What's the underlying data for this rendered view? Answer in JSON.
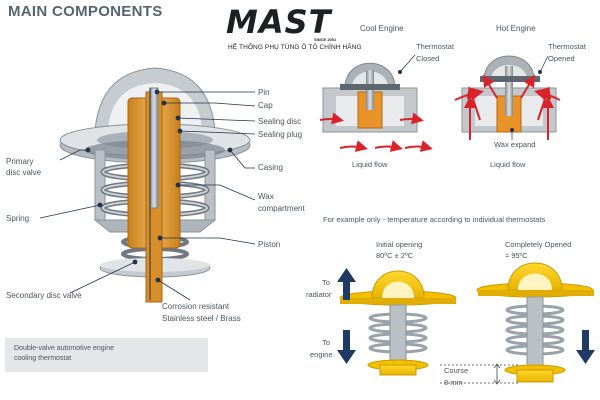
{
  "title": "MAIN COMPONENTS",
  "brand": {
    "name": "MAST",
    "since": "SINCE 2001",
    "tagline": "HỆ THỐNG PHỤ TÙNG Ô TÔ CHÍNH HÃNG"
  },
  "main_diagram": {
    "labels": {
      "pin": "Pin",
      "cap": "Cap",
      "sealing_disc": "Sealing disc",
      "sealing_plug": "Sealing plug",
      "casing": "Casing",
      "wax_line1": "Wax",
      "wax_line2": "compartment",
      "piston": "Piston",
      "primary_line1": "Primary",
      "primary_line2": "disc valve",
      "spring": "Spring",
      "secondary": "Secondary disc valve",
      "corrosion_line1": "Corrosion resistant",
      "corrosion_line2": "Stainless steel  / Brass"
    },
    "caption_line1": "Double-valve automotive engine",
    "caption_line2": "cooling thermostat"
  },
  "cool_engine": {
    "title": "Cool Engine",
    "state_line1": "Thermostat",
    "state_line2": "Closed",
    "flow": "Liquid flow"
  },
  "hot_engine": {
    "title": "Hot Engine",
    "state_line1": "Thermostat",
    "state_line2": "Opened",
    "wax": "Wax expand",
    "flow": "Liquid flow"
  },
  "example": {
    "note": "For example only - temperature according to individual thermostats",
    "initial_line1": "Initial opening",
    "initial_line2": "80ºC ± 2ºC",
    "open_line1": "Completely Opened",
    "open_line2": "≈ 95ºC",
    "to_radiator_line1": "To",
    "to_radiator_line2": "radiator",
    "to_engine_line1": "To",
    "to_engine_line2": "engine",
    "course_line1": "Course",
    "course_line2": "8 mm"
  },
  "colors": {
    "wax_orange": "#e9922a",
    "brass_yellow": "#f5c400",
    "arrow_red": "#d9232a",
    "arrow_navy": "#1f3a63",
    "metal_grey": "#9aa3ab"
  }
}
